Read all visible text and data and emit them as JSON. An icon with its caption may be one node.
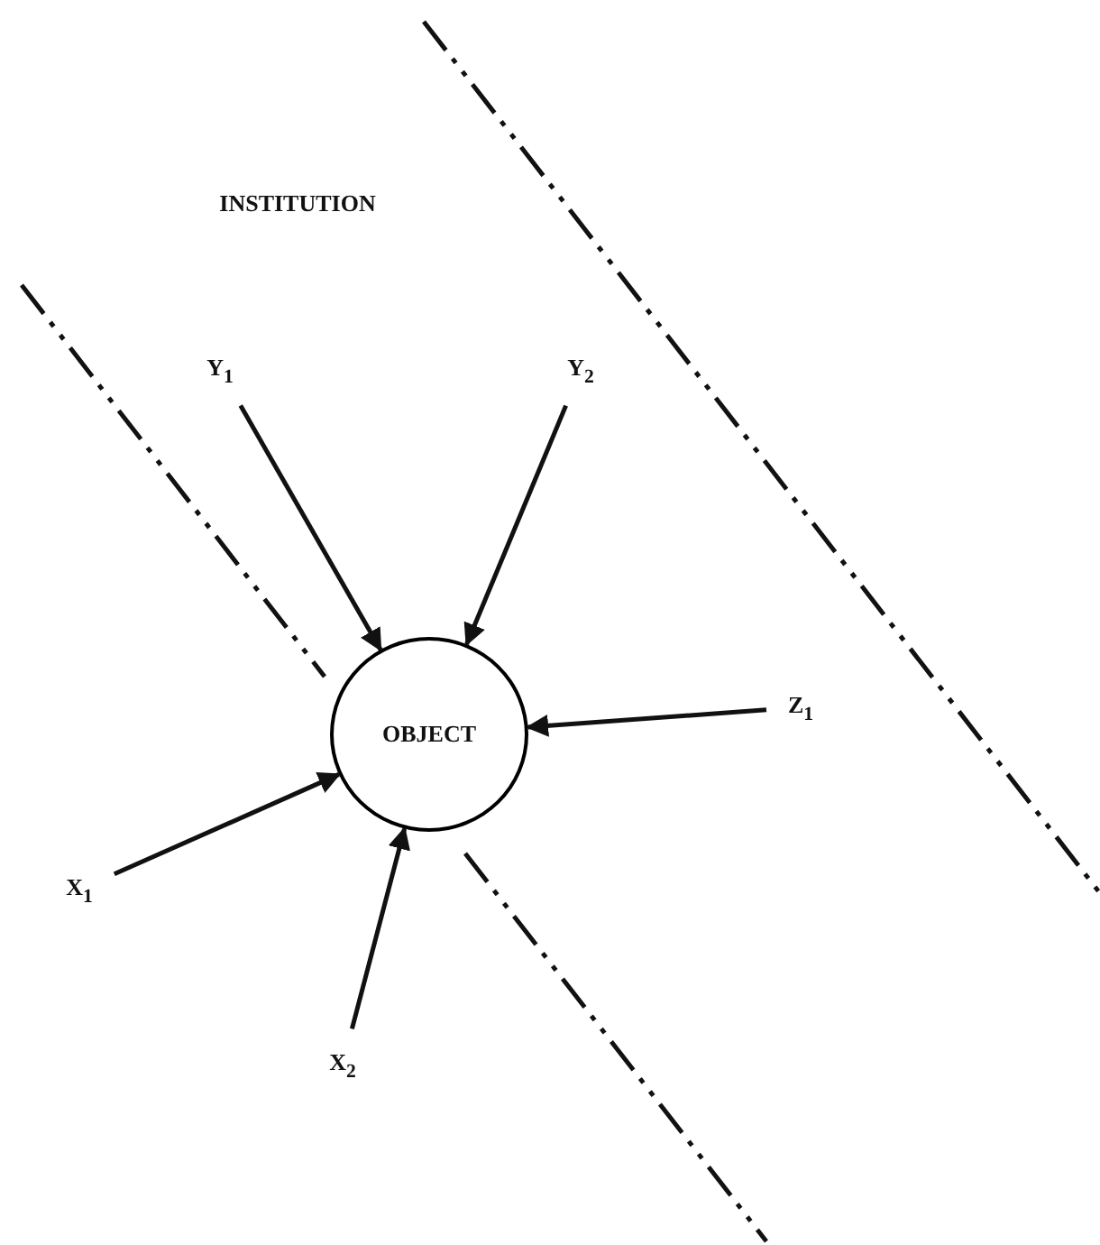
{
  "diagram": {
    "nodes": [
      {
        "text": [
          "OBJECT"
        ]
      },
      {
        "text": [
          "Y$_{1}$"
        ]
      },
      {
        "text": [
          "Y$_{2}$"
        ]
      },
      {
        "text": [
          "Z$_{1}$"
        ]
      },
      {
        "text": [
          "X$_{1}$"
        ]
      },
      {
        "text": [
          "X$_{2}$"
        ]
      }
    ],
    "edges": [
      {
        "from": 1,
        "to": 0,
        "arrow": "to"
      },
      {
        "from": 2,
        "to": 0,
        "arrow": "to"
      },
      {
        "from": 3,
        "to": 0,
        "arrow": "to"
      },
      {
        "from": 4,
        "to": 0,
        "arrow": "to"
      },
      {
        "from": 5,
        "to": 0,
        "arrow": "to"
      }
    ],
    "labels": [
      "INSTITUTION"
    ]
  }
}
